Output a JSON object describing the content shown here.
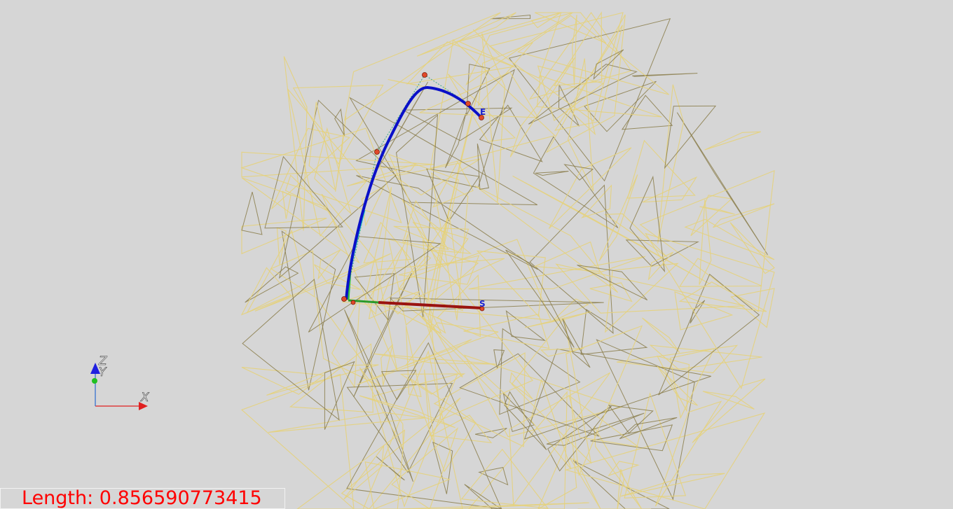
{
  "viewport": {
    "background": "#d6d6d6",
    "mesh_color_light": "#e6d27a",
    "mesh_color_dark": "#8a7d4a"
  },
  "curve": {
    "start_label": "S",
    "end_label": "E",
    "curve_color": "#0a10c8",
    "segment_color": "#9a1410",
    "control_point_color": "#e0492a"
  },
  "axes": {
    "x_label": "X",
    "y_label": "Y",
    "z_label": "Z",
    "x_color": "#e02020",
    "y_color": "#20c020",
    "z_color": "#2020e0"
  },
  "status": {
    "length_text": "Length: 0.856590773415"
  }
}
